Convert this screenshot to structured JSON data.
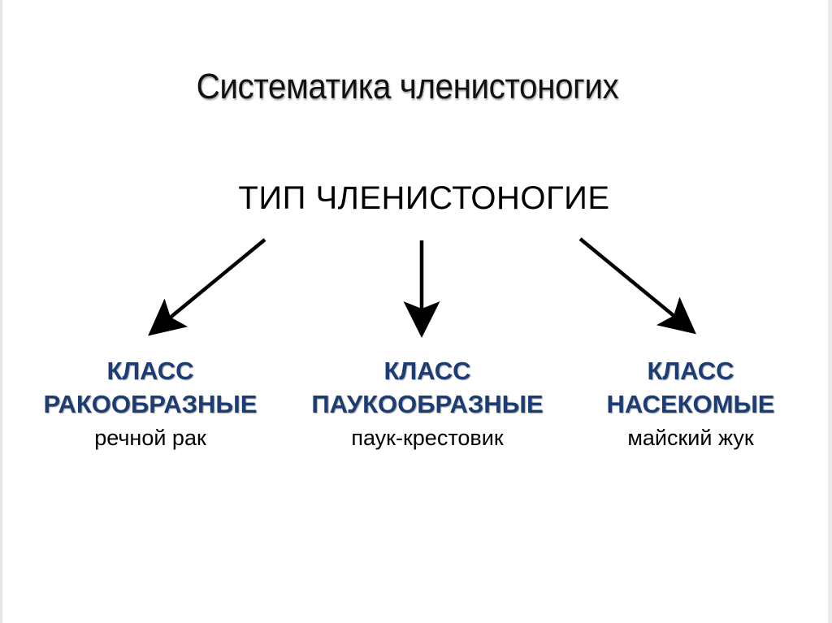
{
  "title": "Систематика членистоногих",
  "phylum": "ТИП ЧЛЕНИСТОНОГИЕ",
  "colors": {
    "class_text": "#1c3d74",
    "example_text": "#000000",
    "arrow": "#000000"
  },
  "classes": [
    {
      "label": "КЛАСС",
      "name": "РАКООБРАЗНЫЕ",
      "example": "речной рак"
    },
    {
      "label": "КЛАСС",
      "name": "ПАУКООБРАЗНЫЕ",
      "example": "паук-крестовик"
    },
    {
      "label": "КЛАСС",
      "name": "НАСЕКОМЫЕ",
      "example": "майский жук"
    }
  ]
}
